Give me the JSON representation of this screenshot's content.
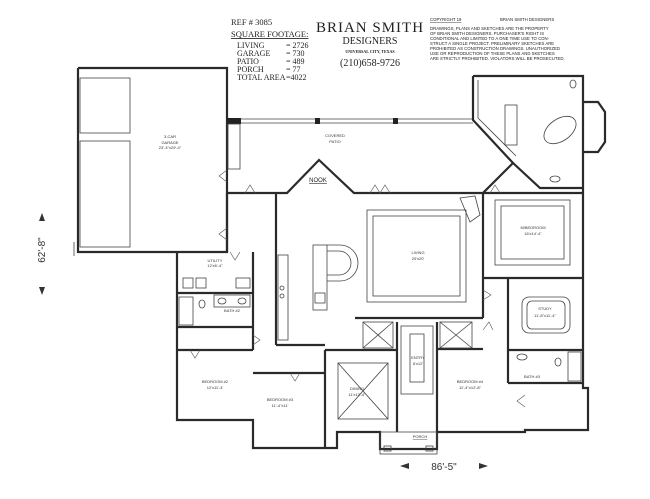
{
  "header": {
    "ref": "REF # 3085",
    "sqft_title": "SQUARE FOOTAGE:",
    "areas": [
      {
        "name": "LIVING",
        "value": "= 2726"
      },
      {
        "name": "GARAGE",
        "value": "=  730"
      },
      {
        "name": "PATIO",
        "value": "=  489"
      },
      {
        "name": "PORCH",
        "value": "=   77"
      },
      {
        "name": "TOTAL AREA",
        "value": "=4022"
      }
    ],
    "company": "BRIAN SMITH",
    "company_sub": "DESIGNERS",
    "location": "UNIVERSAL CITY, TEXAS",
    "phone": "(210)658-9726",
    "copyright_left": "COPYRIGHT 19",
    "copyright_right": "BRIAN  SMITH DESIGNERS",
    "copyright_lines": [
      "DRAWINGS, PLANS AND SKETCHES ARE THE PROPERTY",
      "OF BRIAN SMITH DESIGNERS.  PURCHASER'S RIGHT IS",
      "CONDITIONAL AND LIMITED TO A ONE TIME USE TO CON-",
      "STRUCT A SINGLE PROJECT.  PRELIMINARY SKETCHES ARE",
      "PROHIBITED AS CONSTRUCTION DRAWINGS.  UNAUTHORIZED",
      "USE OR REPRODUCTION OF THESE PLANS AND SKETCHES",
      "ARE STRICTLY PROHIBITED.  VIOLATORS WILL BE PROSECUTED."
    ]
  },
  "rooms": {
    "garage": {
      "name": "3-CAR",
      "name2": "GARAGE",
      "size": "23'-4\"x29'-4\""
    },
    "patio": {
      "name": "COVERED",
      "name2": "PATIO"
    },
    "nook": {
      "name": "NOOK"
    },
    "living": {
      "name": "LIVING",
      "size": "20'x20'"
    },
    "master": {
      "name": "M/BEDROOM",
      "size": "16'x14'-4\""
    },
    "study": {
      "name": "STUDY",
      "size": "11'-8\"x11'-4\""
    },
    "utility": {
      "name": "UTILITY",
      "size": "12'x6'-4\""
    },
    "bath2": {
      "name": "BATH #2"
    },
    "bath3": {
      "name": "BATH #3"
    },
    "entry": {
      "name": "ENTRY",
      "size": "6'x12'"
    },
    "dining": {
      "name": "DINING",
      "size": "11'x12'-4\""
    },
    "bedroom2": {
      "name": "BEDROOM #2",
      "size": "12'x11'-4'"
    },
    "bedroom3": {
      "name": "BEDROOM #3",
      "size": "11'-4\"x11'"
    },
    "bedroom4": {
      "name": "BEDROOM #4",
      "size": "11'-4\"x12'-8\""
    },
    "porch": {
      "name": "PORCH"
    }
  },
  "dimensions": {
    "depth": "62'-8\"",
    "width": "86'-5\""
  }
}
